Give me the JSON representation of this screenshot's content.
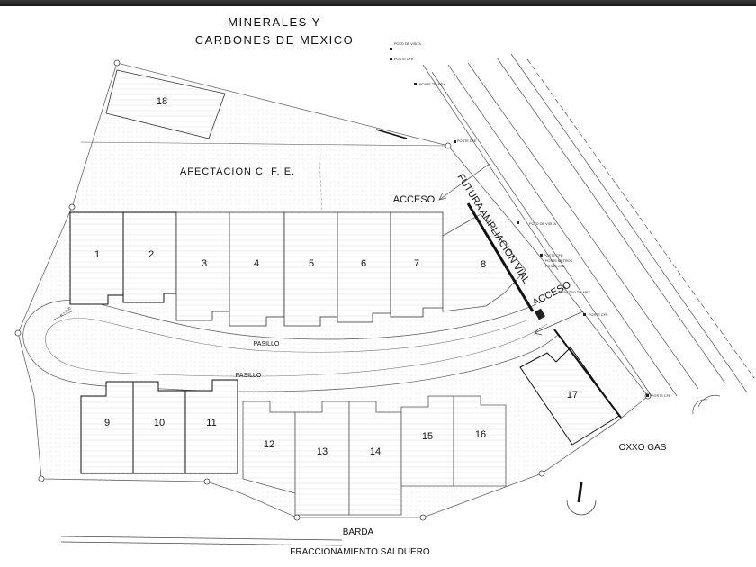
{
  "header": {
    "line1": "MINERALES Y",
    "line2": "CARBONES DE MEXICO"
  },
  "zones": {
    "cfe": "AFECTACION C. F. E.",
    "pasillo_upper": "PASILLO",
    "pasillo_lower": "PASILLO",
    "barda": "BARDA",
    "bottom": "FRACCIONAMIENTO SALDUERO",
    "oxxo": "OXXO GAS",
    "road": "FUTURA AMPLIACION VIAL",
    "acceso_1": "ACCESO",
    "acceso_2": "ACCESO"
  },
  "annotations": {
    "pozo_visita_1": "POZO DE VISITA",
    "poste_cfe_1": "POSTE CFE",
    "poste_telmex": "POSTE TELMEX",
    "poste_cfe_2": "POSTE CFE",
    "pozo_visita_2": "POZO DE VISITA",
    "poste_cfe_3": "POSTE CFE",
    "postes_metros": "POSTE METROS",
    "poste_cfe_4": "POSTE CFE",
    "registro_telmex": "REGISTRO TELMEX",
    "poste_cfe_5": "POSTE CFE",
    "poste_cfe_6": "POSTE CFE"
  },
  "lots": {
    "l1": "1",
    "l2": "2",
    "l3": "3",
    "l4": "4",
    "l5": "5",
    "l6": "6",
    "l7": "7",
    "l8": "8",
    "l9": "9",
    "l10": "10",
    "l11": "11",
    "l12": "12",
    "l13": "13",
    "l14": "14",
    "l15": "15",
    "l16": "16",
    "l17": "17",
    "l18": "18"
  }
}
